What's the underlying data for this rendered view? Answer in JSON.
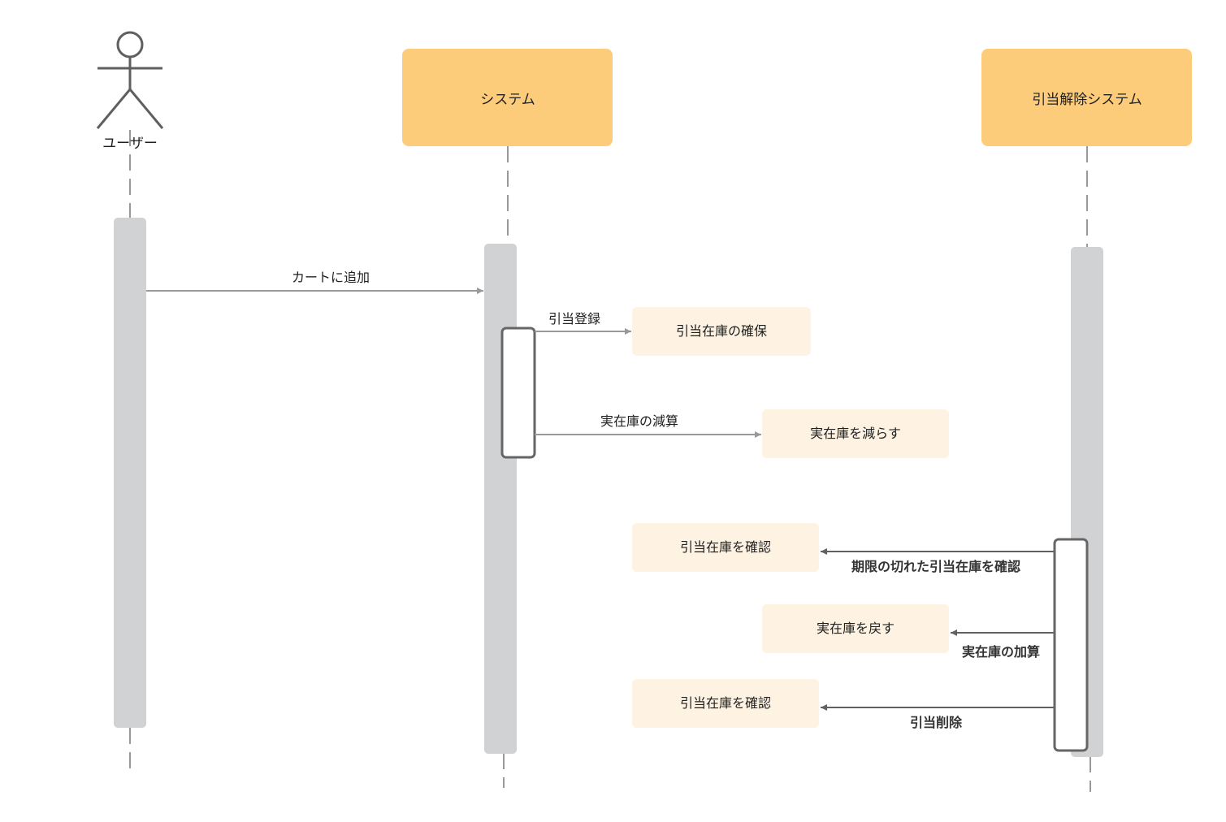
{
  "colors": {
    "participant_fill": "#FDCC7A",
    "lifeline_bar": "#D1D2D4",
    "note_fill": "#FEF3E2",
    "arrow_light": "#999999",
    "arrow_dark": "#616161",
    "dash": "#9a9a9a",
    "activation_stroke": "#666666"
  },
  "participants": {
    "user": {
      "label": "ユーザー",
      "icon": "actor-stick-figure-icon"
    },
    "system": {
      "label": "システム"
    },
    "release_system": {
      "label": "引当解除システム"
    }
  },
  "messages": [
    {
      "id": "add-to-cart",
      "label": "カートに追加",
      "from": "user",
      "to": "system"
    },
    {
      "id": "allocation-register",
      "label": "引当登録",
      "from": "system",
      "to": "note-secure"
    },
    {
      "id": "stock-subtract",
      "label": "実在庫の減算",
      "from": "system",
      "to": "note-reduce"
    },
    {
      "id": "check-expired",
      "label": "期限の切れた引当在庫を確認",
      "from": "release_system",
      "to": "note-check-1"
    },
    {
      "id": "stock-add",
      "label": "実在庫の加算",
      "from": "release_system",
      "to": "note-return"
    },
    {
      "id": "allocation-delete",
      "label": "引当削除",
      "from": "release_system",
      "to": "note-check-2"
    }
  ],
  "notes": [
    {
      "id": "note-secure",
      "label": "引当在庫の確保"
    },
    {
      "id": "note-reduce",
      "label": "実在庫を減らす"
    },
    {
      "id": "note-check-1",
      "label": "引当在庫を確認"
    },
    {
      "id": "note-return",
      "label": "実在庫を戻す"
    },
    {
      "id": "note-check-2",
      "label": "引当在庫を確認"
    }
  ]
}
